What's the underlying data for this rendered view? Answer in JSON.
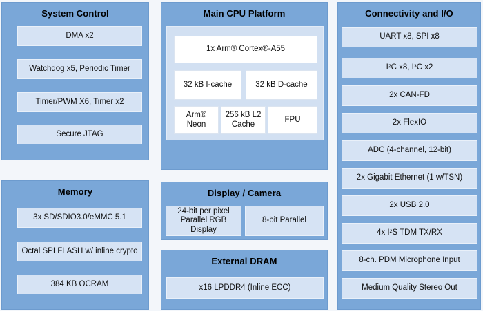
{
  "diagram": {
    "kind": "soc-block-diagram",
    "colors": {
      "block_fill": "#7aa7d8",
      "item_fill": "#d6e3f4",
      "panel_fill": "#d2e0f2",
      "white_box": "#ffffff",
      "background": "#f3f6fa",
      "text": "#000000"
    },
    "blocks": {
      "system_control": {
        "title": "System Control",
        "items": [
          "DMA x2",
          "Watchdog x5, Periodic Timer",
          "Timer/PWM X6, Timer x2",
          "Secure JTAG"
        ]
      },
      "memory": {
        "title": "Memory",
        "items": [
          "3x SD/SDIO3.0/eMMC 5.1",
          "Octal SPI FLASH w/ inline crypto",
          "384 KB OCRAM"
        ]
      },
      "main_cpu": {
        "title": "Main CPU Platform",
        "core": "1x Arm® Cortex®-A55",
        "caches": [
          "32 kB I-cache",
          "32 kB D-cache"
        ],
        "row3": [
          "Arm® Neon",
          "256 kB L2 Cache",
          "FPU"
        ]
      },
      "display_camera": {
        "title": "Display / Camera",
        "items": [
          "24-bit per pixel Parallel RGB Display",
          "8-bit Parallel"
        ]
      },
      "external_dram": {
        "title": "External DRAM",
        "items": [
          "x16 LPDDR4 (Inline ECC)"
        ]
      },
      "connectivity": {
        "title": "Connectivity and I/O",
        "items": [
          "UART x8, SPI x8",
          "I²C x8, I³C x2",
          "2x CAN-FD",
          "2x FlexIO",
          "ADC (4-channel, 12-bit)",
          "2x Gigabit Ethernet (1 w/TSN)",
          "2x USB 2.0",
          "4x I²S TDM TX/RX",
          "8-ch. PDM Microphone Input",
          "Medium Quality Stereo Out"
        ]
      }
    }
  }
}
